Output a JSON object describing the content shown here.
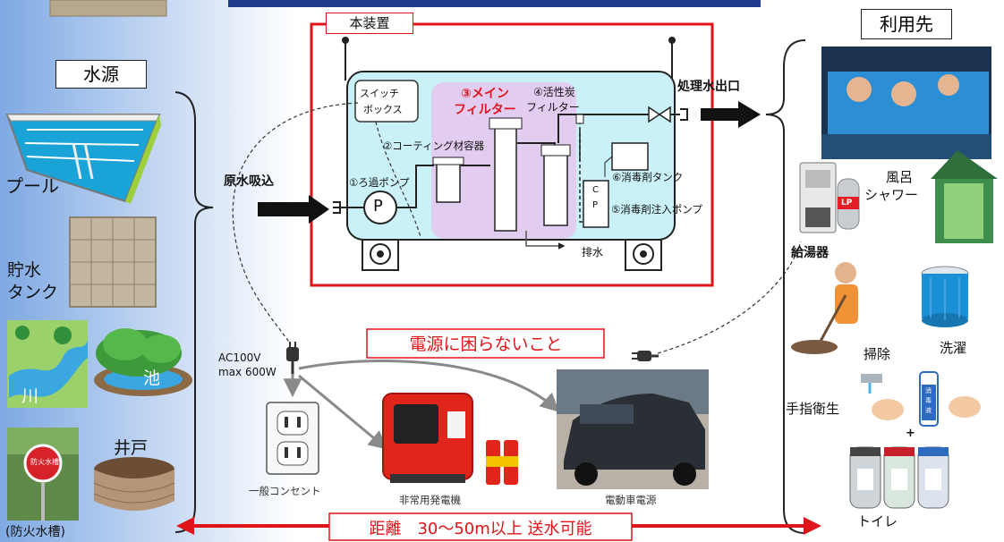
{
  "water_source": {
    "title": "水源",
    "items": {
      "pool": "プール",
      "tank": "貯水\nタンク",
      "river": "川",
      "pond": "池",
      "well": "井戸",
      "fire_tank_sign": "防火水槽",
      "fire_tank": "(防火水槽)"
    }
  },
  "device": {
    "title": "本装置",
    "intake": "原水吸込",
    "outlet": "処理水出口",
    "switch_box": [
      "スイッチ",
      "ボックス"
    ],
    "pump": "①ろ過ポンプ",
    "pump_symbol": "P",
    "coating": "②コーティング材容器",
    "main_filter": [
      "③メイン",
      "フィルター"
    ],
    "carbon_filter": [
      "④活性炭",
      "フィルター"
    ],
    "cp_pump": "⑤消毒剤注入ポンプ",
    "cp_symbol": [
      "C",
      "P"
    ],
    "disinfect_tank": "⑥消毒剤タンク",
    "drain": "排水"
  },
  "power": {
    "headline": "電源に困らないこと",
    "spec": [
      "AC100V",
      "max 600W"
    ],
    "outlet": "一般コンセント",
    "generator": "非常用発電機",
    "car": "電動車電源"
  },
  "uses": {
    "title": "利用先",
    "bath": "風呂",
    "shower": "シャワー",
    "heater": "給湯器",
    "lp": "LP",
    "cleaning": "掃除",
    "laundry": "洗濯",
    "hand": "手指衛生",
    "disinfectant": [
      "消",
      "毒",
      "液"
    ],
    "toilet": "トイレ"
  },
  "distance": "距離　30～50m以上 送水可能"
}
